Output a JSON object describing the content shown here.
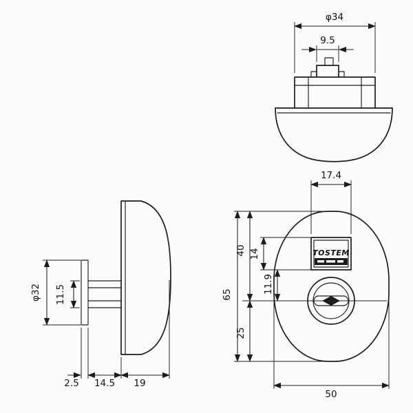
{
  "drawing": {
    "background": "#fcfcfc",
    "line_color": "#1c1c1c",
    "type": "lock-cylinder-dimension-drawing",
    "views": {
      "top": {
        "label": "cylinder-top-view",
        "dims": {
          "outer_diameter": "φ34",
          "plug_width": "9.5"
        }
      },
      "side": {
        "label": "lock-side-view",
        "dims": {
          "face_diameter": "φ32",
          "plug_diameter": "11.5",
          "cap_thickness": "2.5",
          "protrusion": "14.5",
          "escutcheon_depth": "19"
        }
      },
      "front": {
        "label": "escutcheon-front-view",
        "badge": {
          "brand": "TOSTEM"
        },
        "dims": {
          "badge_width": "17.4",
          "top_to_keyhole_center": "40",
          "badge_height": "14",
          "badge_to_keyhole_center": "11.9",
          "overall_height": "65",
          "keyhole_center_to_bottom": "25",
          "overall_width": "50"
        }
      }
    }
  }
}
